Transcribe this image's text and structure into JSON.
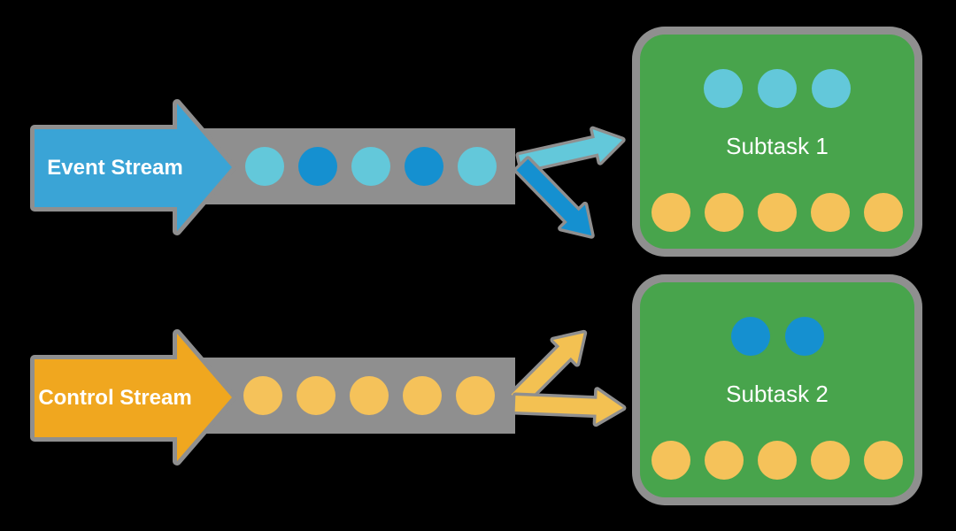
{
  "colors": {
    "background": "#000000",
    "gray": "#8F8F8F",
    "event_blue": "#3AA4D6",
    "cyan": "#63C8DA",
    "dark_blue": "#1590D0",
    "green": "#48A44C",
    "control_orange": "#F0A71F",
    "gold": "#F5C25A",
    "gold_arrow": "#F3C152",
    "label_text": "#FFFFFF"
  },
  "streams": [
    {
      "id": "event",
      "label": "Event Stream",
      "arrow_color": "event_blue",
      "buffer_circles": [
        "cyan",
        "dark_blue",
        "cyan",
        "dark_blue",
        "cyan"
      ],
      "split_arrow_colors": [
        "cyan",
        "dark_blue"
      ]
    },
    {
      "id": "control",
      "label": "Control Stream",
      "arrow_color": "control_orange",
      "buffer_circles": [
        "gold",
        "gold",
        "gold",
        "gold",
        "gold"
      ],
      "split_arrow_colors": [
        "gold_arrow",
        "gold_arrow"
      ]
    }
  ],
  "subtasks": [
    {
      "label": "Subtask 1",
      "top_circles": [
        "cyan",
        "cyan",
        "cyan"
      ],
      "bottom_circles": [
        "gold",
        "gold",
        "gold",
        "gold",
        "gold"
      ]
    },
    {
      "label": "Subtask 2",
      "top_circles": [
        "dark_blue",
        "dark_blue"
      ],
      "bottom_circles": [
        "gold",
        "gold",
        "gold",
        "gold",
        "gold"
      ]
    }
  ]
}
